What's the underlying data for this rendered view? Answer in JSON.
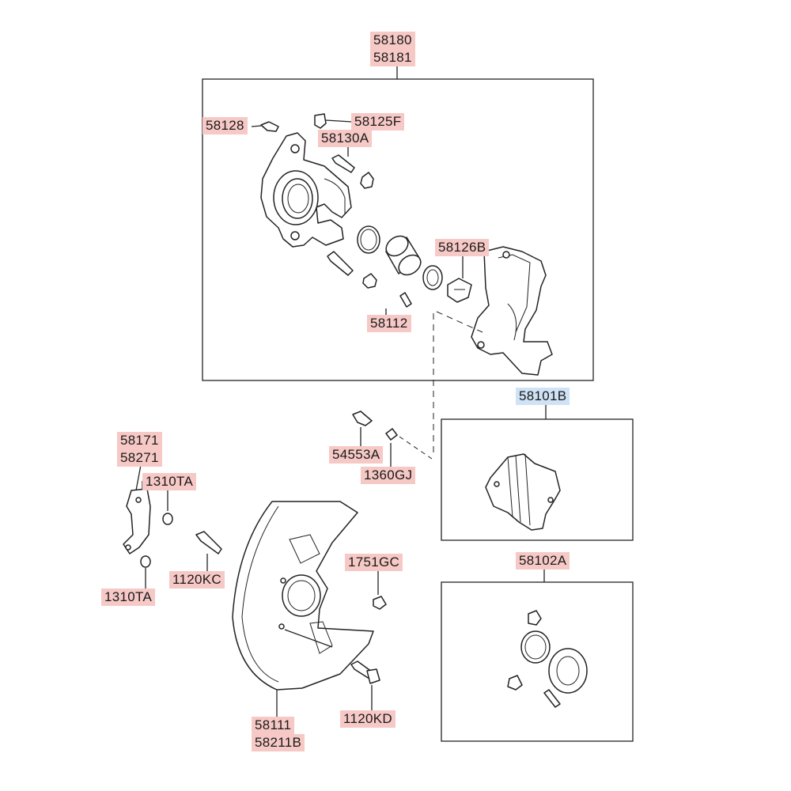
{
  "labels": {
    "l58180": "58180",
    "l58181": "58181",
    "l58128": "58128",
    "l58125F": "58125F",
    "l58130A": "58130A",
    "l58126B": "58126B",
    "l58112": "58112",
    "l58101B": "58101B",
    "l54553A": "54553A",
    "l1360GJ": "1360GJ",
    "l58171": "58171",
    "l58271": "58271",
    "l1310TA_top": "1310TA",
    "l1310TA_bottom": "1310TA",
    "l1120KC": "1120KC",
    "l1751GC": "1751GC",
    "l58102A": "58102A",
    "l58111": "58111",
    "l58211B": "58211B",
    "l1120KD": "1120KD"
  },
  "colors": {
    "label_highlight": "#f6c9c6",
    "selected_highlight": "#cfe2f6",
    "line": "#222222"
  }
}
